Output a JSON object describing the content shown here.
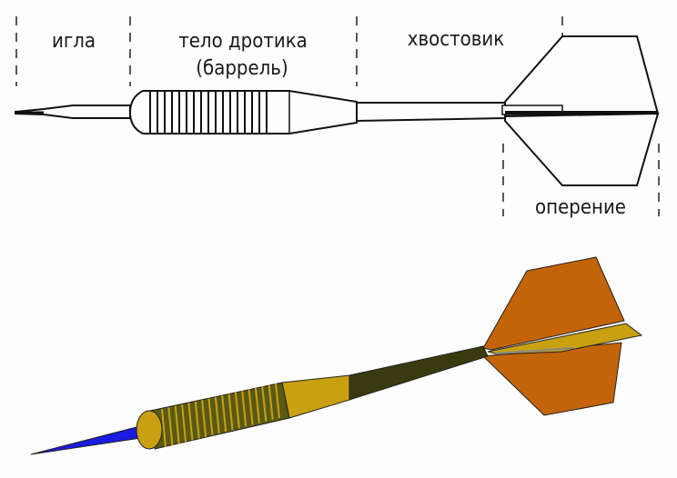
{
  "labels": {
    "needle": "игла",
    "barrel_line1": "тело дротика",
    "barrel_line2": "(баррель)",
    "shaft": "хвостовик",
    "flights": "оперение"
  },
  "colors": {
    "needle": "#1a1ae0",
    "barrel": "#c8a012",
    "barrel_shade": "#5a5a14",
    "shaft": "#3a3a10",
    "flight": "#c4640a",
    "flight_side": "#c8a012"
  }
}
